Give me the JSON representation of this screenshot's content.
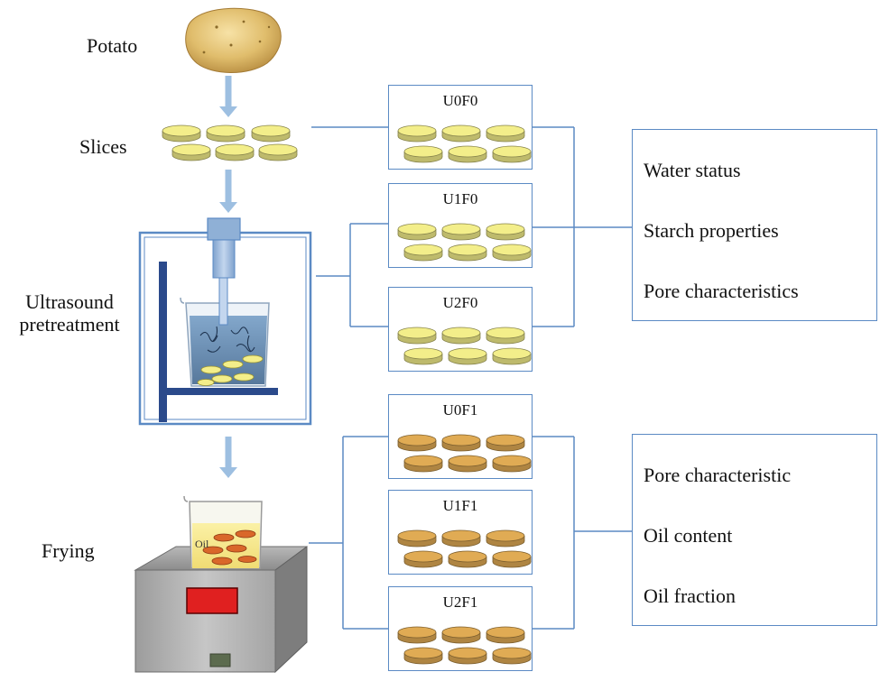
{
  "stages": {
    "potato": "Potato",
    "slices": "Slices",
    "ultrasound_line1": "Ultrasound",
    "ultrasound_line2": "pretreatment",
    "frying": "Frying"
  },
  "oil_label": "Oil",
  "groups": {
    "unfried": {
      "slice_color": "#f3ee8a",
      "samples": [
        "U0F0",
        "U1F0",
        "U2F0"
      ]
    },
    "fried": {
      "slice_color": "#e0ab54",
      "samples": [
        "U0F1",
        "U1F1",
        "U2F1"
      ]
    }
  },
  "results": {
    "unfried": [
      "Water status",
      "Starch properties",
      "Pore characteristics"
    ],
    "fried": [
      "Pore characteristic",
      "Oil content",
      "Oil fraction"
    ]
  },
  "colors": {
    "frame": "#5b8ac4",
    "arrow": "#9dbfe1",
    "stand": "#2b4a8b",
    "water": "#5a7fa8",
    "fryer_display": "#e02020"
  }
}
